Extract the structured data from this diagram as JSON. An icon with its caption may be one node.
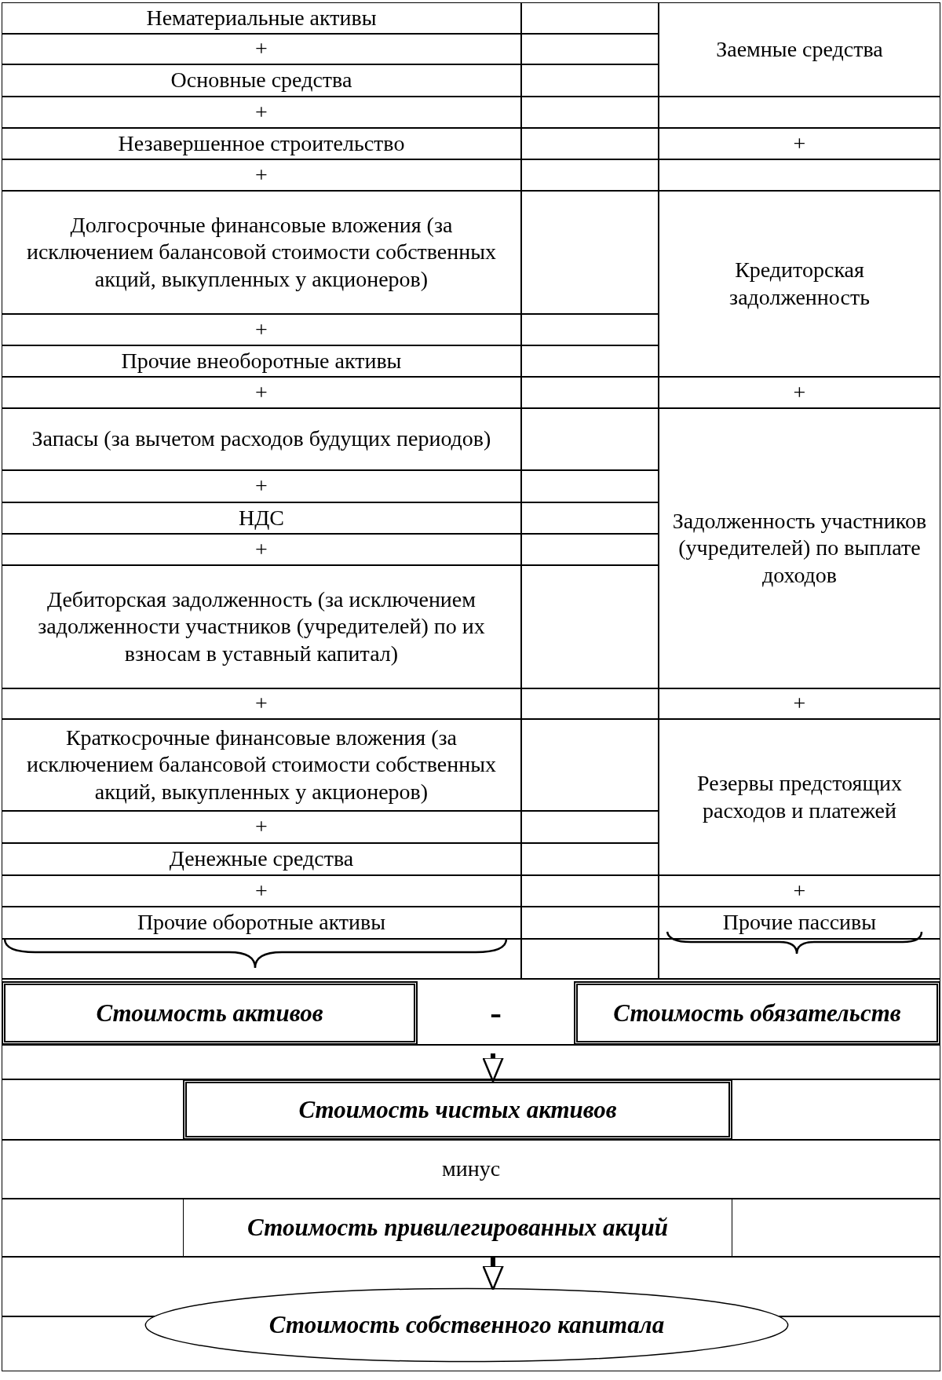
{
  "diagram": {
    "nodes": [
      {
        "text": [
          "Нематериальные активы"
        ]
      },
      {
        "text": [
          "Основные средства"
        ]
      },
      {
        "text": [
          "Незавершенное строительство"
        ]
      },
      {
        "text": [
          "Долгосрочные финансовые вложения (за исключением балансовой стоимости собственных акций, выкупленных у акционеров)"
        ]
      },
      {
        "text": [
          "Прочие внеоборотные активы"
        ]
      },
      {
        "text": [
          "Запасы (за вычетом расходов будущих периодов)"
        ]
      },
      {
        "text": [
          "НДС"
        ]
      },
      {
        "text": [
          "Дебиторская задолженность (за исключением задолженности участников (учредителей) по их взносам в уставный капитал)"
        ]
      },
      {
        "text": [
          "Краткосрочные финансовые вложения (за исключением балансовой стоимости собственных акций, выкупленных у акционеров)"
        ]
      },
      {
        "text": [
          "Денежные средства"
        ]
      },
      {
        "text": [
          "Прочие оборотные активы"
        ]
      },
      {
        "text": [
          "Заемные средства"
        ]
      },
      {
        "text": [
          "Кредиторская задолженность"
        ]
      },
      {
        "text": [
          "Задолженность участников (учредителей) по выплате доходов"
        ]
      },
      {
        "text": [
          "Резервы предстоящих расходов и платежей"
        ]
      },
      {
        "text": [
          "Прочие пассивы"
        ]
      },
      {
        "text": [
          "Стоимость активов"
        ]
      },
      {
        "text": [
          "Стоимость обязательств"
        ]
      },
      {
        "text": [
          "Стоимость чистых активов"
        ]
      },
      {
        "text": [
          "Стоимость привилегированных акций"
        ]
      },
      {
        "text": [
          "Стоимость собственного капитала"
        ]
      }
    ],
    "edges": [
      {
        "from": null,
        "to": 18,
        "arrow": "to"
      },
      {
        "from": 19,
        "to": 20,
        "arrow": "to"
      }
    ],
    "labels": [
      "+",
      "+",
      "+",
      "+",
      "+",
      "+",
      "+",
      "+",
      "+",
      "+",
      "+",
      "+",
      "+",
      "+",
      "-",
      "минус"
    ]
  }
}
